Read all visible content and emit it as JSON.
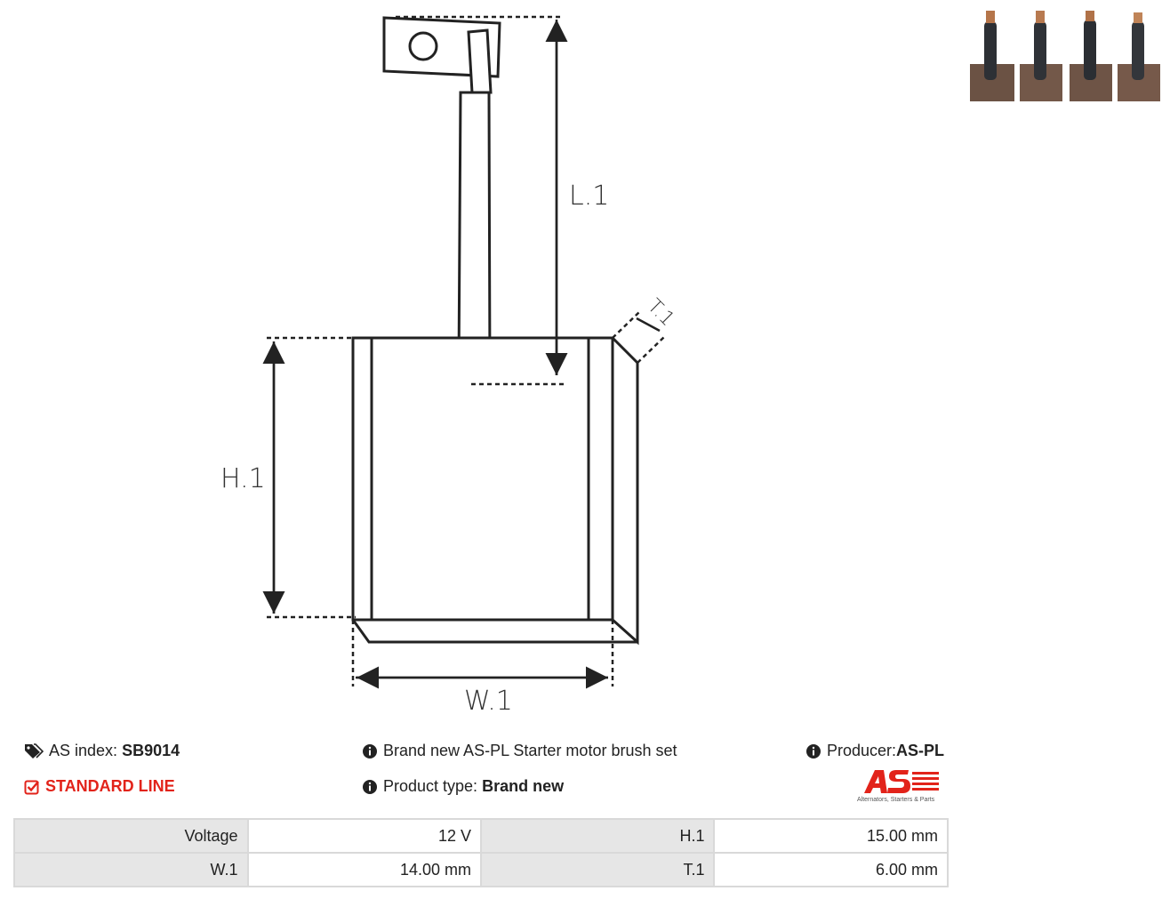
{
  "drawing": {
    "labels": {
      "l1": "L.1",
      "h1": "H.1",
      "w1": "W.1",
      "t1": "T.1"
    }
  },
  "info": {
    "as_index_label": "AS index:",
    "as_index_value": "SB9014",
    "standard_line": "STANDARD LINE",
    "description": "Brand new AS-PL Starter motor brush set",
    "product_type_label": "Product type:",
    "product_type_value": "Brand new",
    "producer_label": "Producer:",
    "producer_value": "AS-PL"
  },
  "logo": {
    "mark": "AS",
    "tagline": "Alternators, Starters & Parts"
  },
  "specs": [
    {
      "label1": "Voltage",
      "value1": "12 V",
      "label2": "H.1",
      "value2": "15.00 mm"
    },
    {
      "label1": "W.1",
      "value1": "14.00 mm",
      "label2": "T.1",
      "value2": "6.00 mm"
    }
  ],
  "colors": {
    "accent": "#e2231a",
    "table_label_bg": "#e6e6e6",
    "border": "#d9d9d9"
  },
  "icons": [
    "tags-icon",
    "check-square-icon",
    "info-circle-icon"
  ]
}
